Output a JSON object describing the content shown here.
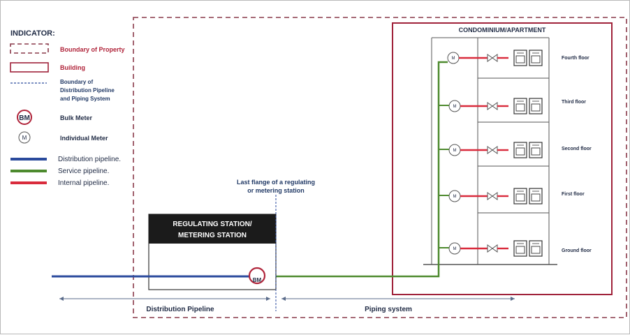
{
  "legend": {
    "title": "INDICATOR:",
    "items": [
      {
        "label": "Boundary of Property"
      },
      {
        "label": "Building"
      },
      {
        "label_lines": [
          "Boundary of",
          "Distribution Pipeline",
          "and Piping System"
        ]
      },
      {
        "label": "Bulk Meter",
        "symbol": "BM"
      },
      {
        "label": "Individual Meter",
        "symbol": "M"
      },
      {
        "label": "Distribution pipeline."
      },
      {
        "label": "Service pipeline."
      },
      {
        "label": "Internal pipeline."
      }
    ]
  },
  "colors": {
    "distribution": "#2a4a9c",
    "service": "#4d8a2e",
    "internal": "#d92b3c",
    "boundary": "#8a3a4a",
    "building": "#a0223a",
    "station_header": "#1b1b1b"
  },
  "station": {
    "title_lines": [
      "REGULATING STATION/",
      "METERING STATION"
    ],
    "meter_symbol": "BM"
  },
  "flange_note_lines": [
    "Last flange of a regulating",
    "or metering station"
  ],
  "building_title": "CONDOMINIUM/APARTMENT",
  "floors": [
    {
      "label": "Fourth floor",
      "meter_symbol": "M"
    },
    {
      "label": "Third floor",
      "meter_symbol": "M"
    },
    {
      "label": "Second floor",
      "meter_symbol": "M"
    },
    {
      "label": "First floor",
      "meter_symbol": "M"
    },
    {
      "label": "Ground floor",
      "meter_symbol": "M"
    }
  ],
  "spans": {
    "distribution": "Distribution Pipeline",
    "piping": "Piping system"
  }
}
